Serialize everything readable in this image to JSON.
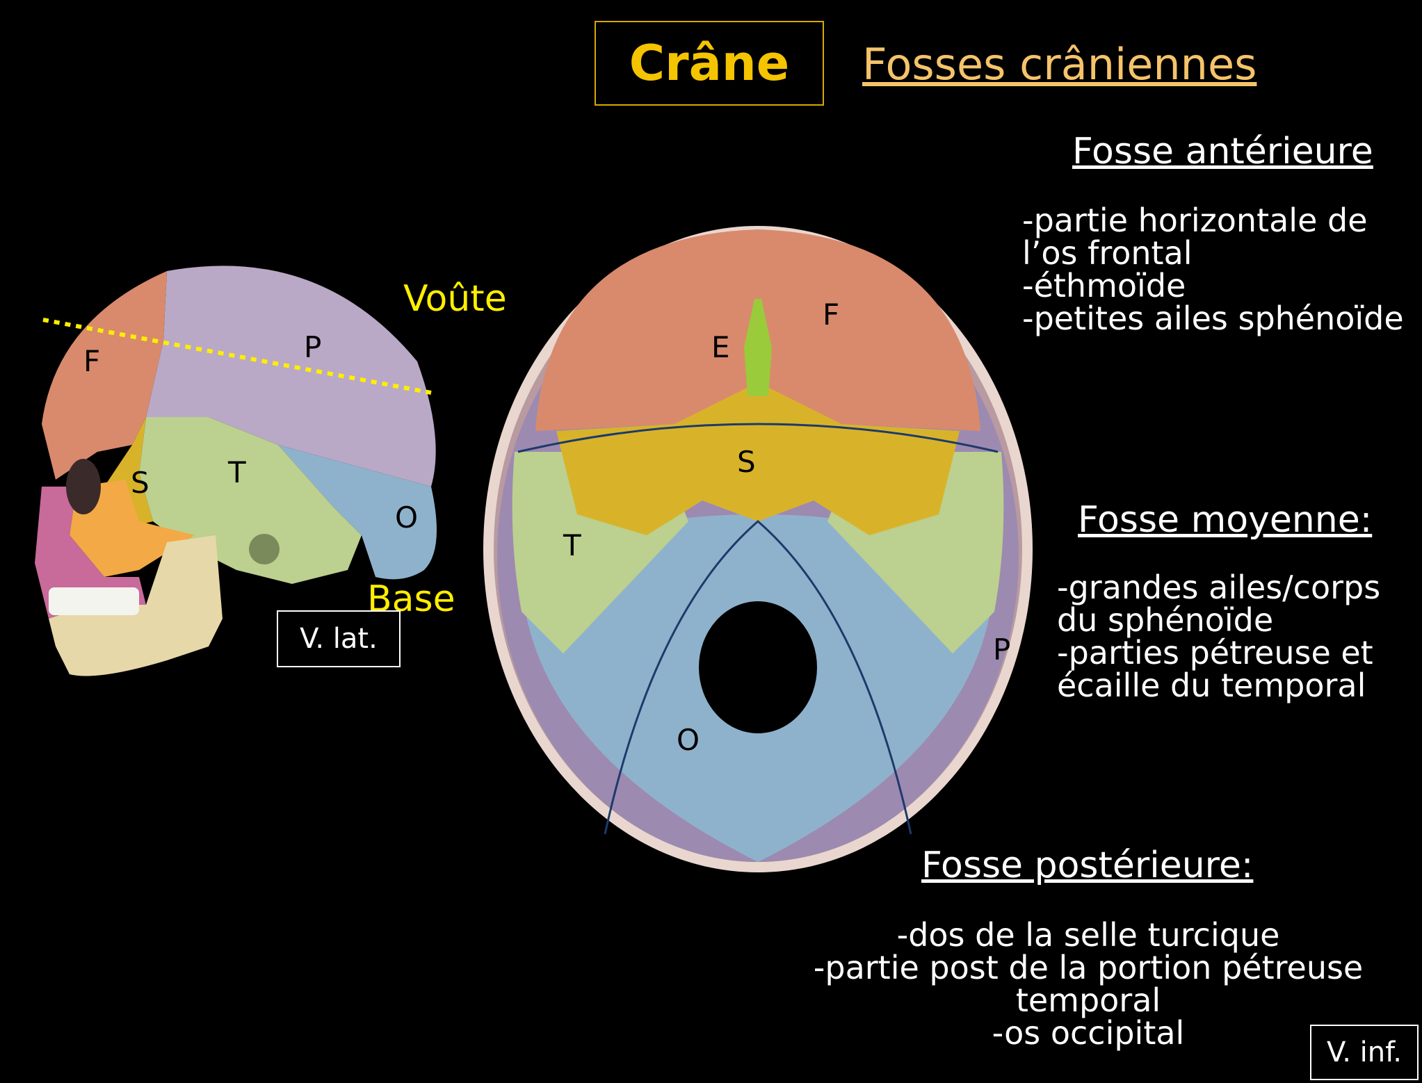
{
  "title": "Crâne",
  "subtitle": "Fosses crâniennes",
  "anterior": {
    "heading": "Fosse antérieure",
    "items": [
      "-partie horizontale de",
      "l’os frontal",
      "-éthmoïde",
      "-petites ailes sphénoïde"
    ]
  },
  "middle": {
    "heading": "Fosse moyenne:",
    "items": [
      "-grandes ailes/corps",
      "du sphénoïde",
      "-parties pétreuse et",
      "écaille du temporal"
    ]
  },
  "posterior": {
    "heading": "Fosse postérieure:",
    "items": [
      "-dos de la selle turcique",
      "-partie post de la portion pétreuse",
      "temporal",
      "-os occipital"
    ]
  },
  "lateral_view": {
    "label_voute": "Voûte",
    "label_base": "Base",
    "view_tag": "V. lat.",
    "bones": {
      "frontal": "F",
      "parietal": "P",
      "temporal": "T",
      "sphenoid": "S",
      "occipital": "O"
    }
  },
  "inferior_view": {
    "view_tag": "V. inf.",
    "bones": {
      "frontal": "F",
      "ethmoid": "E",
      "sphenoid": "S",
      "temporal": "T",
      "parietal": "P",
      "occipital": "O"
    }
  },
  "colors": {
    "frontal": "#d98a6c",
    "parietal": "#b9a9c6",
    "temporal": "#bcd08f",
    "sphenoid": "#d8b32a",
    "occipital": "#8fb2cc",
    "ethmoid": "#9acb3a",
    "mandible": "#e6d8a8",
    "maxilla": "#c86a9a",
    "accent_yellow": "#ffee00",
    "title_gold": "#f5c400"
  }
}
